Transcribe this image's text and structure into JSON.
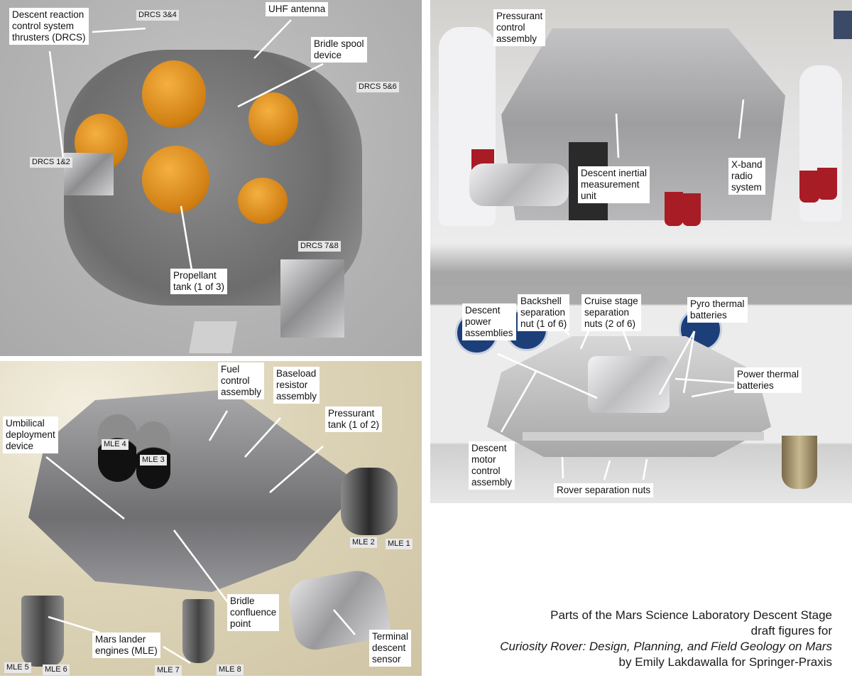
{
  "panels": {
    "top_left": {
      "labels": {
        "drcs_title": "Descent reaction\ncontrol system\nthrusters (DRCS)",
        "drcs_34": "DRCS 3&4",
        "uhf": "UHF antenna",
        "bridle_spool": "Bridle spool\ndevice",
        "drcs_56": "DRCS 5&6",
        "drcs_12": "DRCS 1&2",
        "drcs_78": "DRCS 7&8",
        "propellant": "Propellant\ntank (1 of 3)"
      },
      "colors": {
        "floor": "#b9b9b9",
        "tank": "#d98a1c",
        "foil": "#c9c9cc"
      }
    },
    "top_right": {
      "labels": {
        "pressurant_control": "Pressurant\ncontrol\nassembly",
        "dimu": "Descent inertial\nmeasurement\nunit",
        "xband": "X-band\nradio\nsystem"
      },
      "colors": {
        "bg": "#dcdcdc",
        "nozzle": "#b0202a",
        "frame": "#c8c8c8"
      }
    },
    "bottom_right": {
      "labels": {
        "backshell": "Backshell\nseparation\nnut (1 of 6)",
        "cruise": "Cruise stage\nseparation\nnuts (2 of 6)",
        "descent_power": "Descent\npower\nassemblies",
        "pyro": "Pyro thermal\nbatteries",
        "power_thermal": "Power thermal\nbatteries",
        "dmca": "Descent\nmotor\ncontrol\nassembly",
        "rover_sep": "Rover separation nuts"
      },
      "colors": {
        "wall": "#ececec",
        "band": "#a8a8a8",
        "emblem": "#1c3f7a"
      }
    },
    "bottom_left": {
      "labels": {
        "fuel_control": "Fuel\ncontrol\nassembly",
        "baseload": "Baseload\nresistor\nassembly",
        "pressurant_tank": "Pressurant\ntank (1 of 2)",
        "umbilical": "Umbilical\ndeployment\ndevice",
        "mle4": "MLE 4",
        "mle3": "MLE 3",
        "mle2": "MLE 2",
        "mle1": "MLE 1",
        "bridle_confluence": "Bridle\nconfluence\npoint",
        "terminal": "Terminal\ndescent\nsensor",
        "mle_group": "Mars lander\nengines (MLE)",
        "mle5": "MLE 5",
        "mle6": "MLE 6",
        "mle7": "MLE 7",
        "mle8": "MLE 8"
      },
      "colors": {
        "bg": "#d8cfb4",
        "metal": "#9a9a9a"
      }
    }
  },
  "caption": {
    "line1": "Parts of the Mars Science Laboratory Descent Stage",
    "line2": "draft figures for",
    "line3": "Curiosity Rover: Design, Planning, and Field Geology on Mars",
    "line4": "by Emily Lakdawalla for Springer-Praxis"
  }
}
